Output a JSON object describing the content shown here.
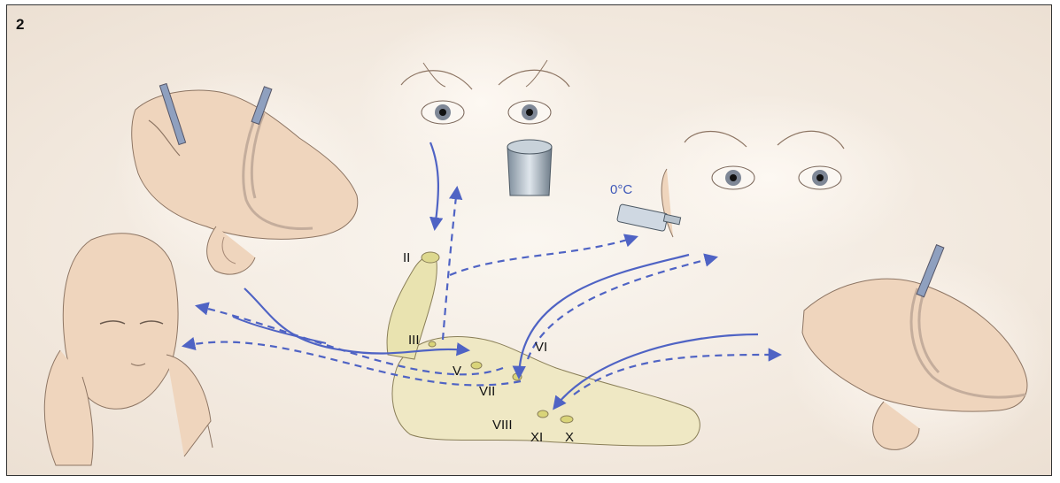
{
  "panel_number": "2",
  "temperature_label": "0°C",
  "nerve_labels": {
    "ii": "II",
    "iii": "III",
    "v": "V",
    "vi": "VI",
    "vii": "VII",
    "viii": "VIII",
    "xi": "XI",
    "x": "X"
  },
  "colors": {
    "arrow_blue": "#4f63c4",
    "skin": "#efd5bd",
    "skin_shadow": "#dcb79a",
    "line": "#6b5a4e",
    "nerve_yellow": "#e4e0a2",
    "brainstem": "#efe8c4",
    "background": "#f3ebe1"
  },
  "icons": [
    "corneal-reflex-face-icon",
    "eye-light-test-icon",
    "caloric-test-icon",
    "hearing-test-face-icon",
    "gag-reflex-face-icon",
    "brainstem-icon"
  ]
}
